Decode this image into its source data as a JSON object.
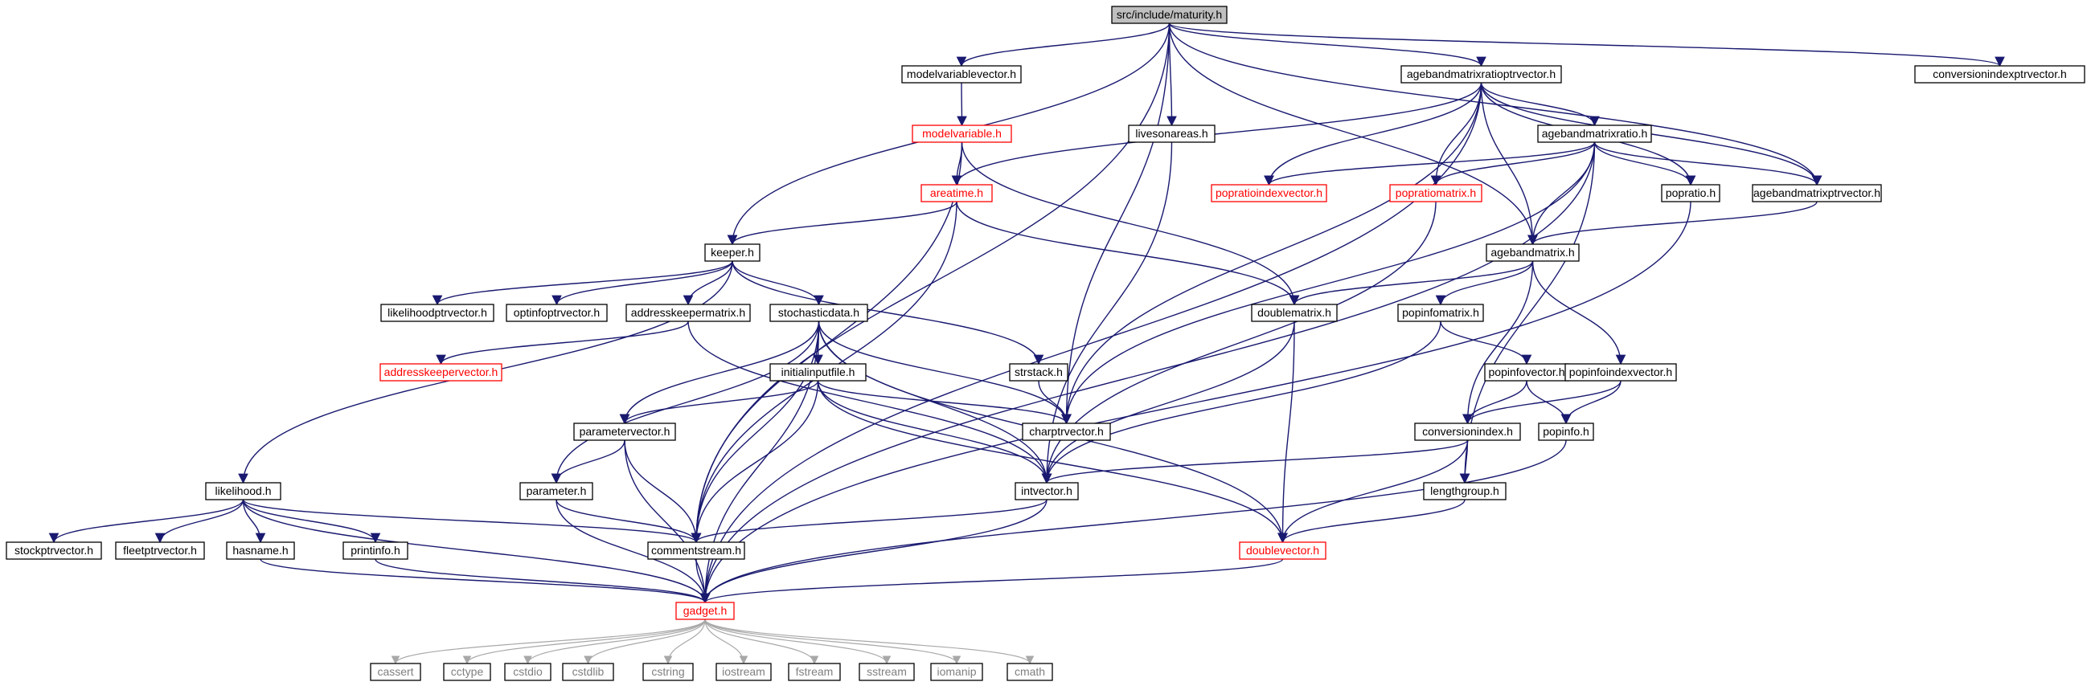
{
  "title": "src/include/maturity.h",
  "colors": {
    "edge": "#191970",
    "edge_to_system": "#a8a8a8",
    "root_fill": "#bfbfbf",
    "external_border": "#ff0000",
    "system_border": "#bfbfbf"
  },
  "nodes": [
    {
      "id": "maturity",
      "label": "src/include/maturity.h",
      "style": "root"
    },
    {
      "id": "modelvariablevector",
      "label": "modelvariablevector.h",
      "style": "normal"
    },
    {
      "id": "modelvariable",
      "label": "modelvariable.h",
      "style": "red"
    },
    {
      "id": "areatime",
      "label": "areatime.h",
      "style": "red"
    },
    {
      "id": "keeper",
      "label": "keeper.h",
      "style": "normal"
    },
    {
      "id": "livesonareas",
      "label": "livesonareas.h",
      "style": "normal"
    },
    {
      "id": "agebandmatrixratioptrvector",
      "label": "agebandmatrixratioptrvector.h",
      "style": "normal"
    },
    {
      "id": "conversionindexptrvector",
      "label": "conversionindexptrvector.h",
      "style": "normal"
    },
    {
      "id": "agebandmatrixratio",
      "label": "agebandmatrixratio.h",
      "style": "normal"
    },
    {
      "id": "popratioindexvector",
      "label": "popratioindexvector.h",
      "style": "red"
    },
    {
      "id": "popratiomatrix",
      "label": "popratiomatrix.h",
      "style": "red"
    },
    {
      "id": "popratio",
      "label": "popratio.h",
      "style": "normal"
    },
    {
      "id": "agebandmatrixptrvector",
      "label": "agebandmatrixptrvector.h",
      "style": "normal"
    },
    {
      "id": "agebandmatrix",
      "label": "agebandmatrix.h",
      "style": "normal"
    },
    {
      "id": "likelihoodptrvector",
      "label": "likelihoodptrvector.h",
      "style": "normal"
    },
    {
      "id": "optinfoptrvector",
      "label": "optinfoptrvector.h",
      "style": "normal"
    },
    {
      "id": "addresskeepermatrix",
      "label": "addresskeepermatrix.h",
      "style": "normal"
    },
    {
      "id": "stochasticdata",
      "label": "stochasticdata.h",
      "style": "normal"
    },
    {
      "id": "doublematrix",
      "label": "doublematrix.h",
      "style": "normal"
    },
    {
      "id": "popinfomatrix",
      "label": "popinfomatrix.h",
      "style": "normal"
    },
    {
      "id": "addresskeepervector",
      "label": "addresskeepervector.h",
      "style": "red"
    },
    {
      "id": "strstack",
      "label": "strstack.h",
      "style": "normal"
    },
    {
      "id": "initialinputfile",
      "label": "initialinputfile.h",
      "style": "normal"
    },
    {
      "id": "popinfovector",
      "label": "popinfovector.h",
      "style": "normal"
    },
    {
      "id": "popinfoindexvector",
      "label": "popinfoindexvector.h",
      "style": "normal"
    },
    {
      "id": "charptrvector",
      "label": "charptrvector.h",
      "style": "normal"
    },
    {
      "id": "parametervector",
      "label": "parametervector.h",
      "style": "normal"
    },
    {
      "id": "conversionindex",
      "label": "conversionindex.h",
      "style": "normal"
    },
    {
      "id": "popinfo",
      "label": "popinfo.h",
      "style": "normal"
    },
    {
      "id": "likelihood",
      "label": "likelihood.h",
      "style": "normal"
    },
    {
      "id": "parameter",
      "label": "parameter.h",
      "style": "normal"
    },
    {
      "id": "intvector",
      "label": "intvector.h",
      "style": "normal"
    },
    {
      "id": "lengthgroup",
      "label": "lengthgroup.h",
      "style": "normal"
    },
    {
      "id": "stockptrvector",
      "label": "stockptrvector.h",
      "style": "normal"
    },
    {
      "id": "fleetptrvector",
      "label": "fleetptrvector.h",
      "style": "normal"
    },
    {
      "id": "hasname",
      "label": "hasname.h",
      "style": "normal"
    },
    {
      "id": "printinfo",
      "label": "printinfo.h",
      "style": "normal"
    },
    {
      "id": "commentstream",
      "label": "commentstream.h",
      "style": "normal"
    },
    {
      "id": "doublevector",
      "label": "doublevector.h",
      "style": "red"
    },
    {
      "id": "gadget",
      "label": "gadget.h",
      "style": "red"
    },
    {
      "id": "cassert",
      "label": "cassert",
      "style": "system"
    },
    {
      "id": "cctype",
      "label": "cctype",
      "style": "system"
    },
    {
      "id": "cstdio",
      "label": "cstdio",
      "style": "system"
    },
    {
      "id": "cstdlib",
      "label": "cstdlib",
      "style": "system"
    },
    {
      "id": "cstring",
      "label": "cstring",
      "style": "system"
    },
    {
      "id": "iostream",
      "label": "iostream",
      "style": "system"
    },
    {
      "id": "fstream",
      "label": "fstream",
      "style": "system"
    },
    {
      "id": "sstream",
      "label": "sstream",
      "style": "system"
    },
    {
      "id": "iomanip",
      "label": "iomanip",
      "style": "system"
    },
    {
      "id": "cmath",
      "label": "cmath",
      "style": "system"
    }
  ],
  "edges": [
    [
      "maturity",
      "modelvariablevector"
    ],
    [
      "maturity",
      "keeper"
    ],
    [
      "maturity",
      "livesonareas"
    ],
    [
      "maturity",
      "agebandmatrixratioptrvector"
    ],
    [
      "maturity",
      "conversionindexptrvector"
    ],
    [
      "maturity",
      "agebandmatrixptrvector"
    ],
    [
      "maturity",
      "agebandmatrix"
    ],
    [
      "maturity",
      "charptrvector"
    ],
    [
      "maturity",
      "commentstream"
    ],
    [
      "modelvariablevector",
      "modelvariable"
    ],
    [
      "modelvariable",
      "areatime"
    ],
    [
      "modelvariable",
      "doublematrix"
    ],
    [
      "modelvariable",
      "commentstream"
    ],
    [
      "areatime",
      "keeper"
    ],
    [
      "areatime",
      "doublematrix"
    ],
    [
      "areatime",
      "commentstream"
    ],
    [
      "livesonareas",
      "intvector"
    ],
    [
      "agebandmatrixratioptrvector",
      "areatime"
    ],
    [
      "agebandmatrixratioptrvector",
      "agebandmatrixratio"
    ],
    [
      "agebandmatrixratioptrvector",
      "popratioindexvector"
    ],
    [
      "agebandmatrixratioptrvector",
      "popratiomatrix"
    ],
    [
      "agebandmatrixratioptrvector",
      "popratio"
    ],
    [
      "agebandmatrixratioptrvector",
      "agebandmatrixptrvector"
    ],
    [
      "agebandmatrixratioptrvector",
      "agebandmatrix"
    ],
    [
      "agebandmatrixratioptrvector",
      "charptrvector"
    ],
    [
      "agebandmatrixratioptrvector",
      "gadget"
    ],
    [
      "agebandmatrixratio",
      "popratioindexvector"
    ],
    [
      "agebandmatrixratio",
      "popratiomatrix"
    ],
    [
      "agebandmatrixratio",
      "popratio"
    ],
    [
      "agebandmatrixratio",
      "agebandmatrixptrvector"
    ],
    [
      "agebandmatrixratio",
      "agebandmatrix"
    ],
    [
      "agebandmatrixratio",
      "charptrvector"
    ],
    [
      "agebandmatrixratio",
      "lengthgroup"
    ],
    [
      "agebandmatrixratio",
      "gadget"
    ],
    [
      "popratiomatrix",
      "intvector"
    ],
    [
      "popratio",
      "gadget"
    ],
    [
      "agebandmatrixptrvector",
      "agebandmatrix"
    ],
    [
      "agebandmatrix",
      "doublematrix"
    ],
    [
      "agebandmatrix",
      "popinfomatrix"
    ],
    [
      "agebandmatrix",
      "popinfoindexvector"
    ],
    [
      "agebandmatrix",
      "conversionindex"
    ],
    [
      "keeper",
      "likelihoodptrvector"
    ],
    [
      "keeper",
      "optinfoptrvector"
    ],
    [
      "keeper",
      "addresskeepermatrix"
    ],
    [
      "keeper",
      "stochasticdata"
    ],
    [
      "keeper",
      "strstack"
    ],
    [
      "keeper",
      "likelihood"
    ],
    [
      "addresskeepermatrix",
      "addresskeepervector"
    ],
    [
      "addresskeepermatrix",
      "intvector"
    ],
    [
      "stochasticdata",
      "initialinputfile"
    ],
    [
      "stochasticdata",
      "charptrvector"
    ],
    [
      "stochasticdata",
      "parametervector"
    ],
    [
      "stochasticdata",
      "parameter"
    ],
    [
      "stochasticdata",
      "intvector"
    ],
    [
      "stochasticdata",
      "commentstream"
    ],
    [
      "stochasticdata",
      "doublevector"
    ],
    [
      "stochasticdata",
      "gadget"
    ],
    [
      "doublematrix",
      "intvector"
    ],
    [
      "doublematrix",
      "doublevector"
    ],
    [
      "popinfomatrix",
      "popinfovector"
    ],
    [
      "popinfomatrix",
      "intvector"
    ],
    [
      "strstack",
      "charptrvector"
    ],
    [
      "initialinputfile",
      "charptrvector"
    ],
    [
      "initialinputfile",
      "parametervector"
    ],
    [
      "initialinputfile",
      "intvector"
    ],
    [
      "initialinputfile",
      "commentstream"
    ],
    [
      "initialinputfile",
      "doublevector"
    ],
    [
      "popinfovector",
      "conversionindex"
    ],
    [
      "popinfovector",
      "popinfo"
    ],
    [
      "popinfoindexvector",
      "conversionindex"
    ],
    [
      "popinfoindexvector",
      "popinfo"
    ],
    [
      "parametervector",
      "parameter"
    ],
    [
      "parametervector",
      "commentstream"
    ],
    [
      "parametervector",
      "gadget"
    ],
    [
      "conversionindex",
      "lengthgroup"
    ],
    [
      "conversionindex",
      "intvector"
    ],
    [
      "conversionindex",
      "doublevector"
    ],
    [
      "popinfo",
      "gadget"
    ],
    [
      "likelihood",
      "stockptrvector"
    ],
    [
      "likelihood",
      "fleetptrvector"
    ],
    [
      "likelihood",
      "hasname"
    ],
    [
      "likelihood",
      "printinfo"
    ],
    [
      "likelihood",
      "commentstream"
    ],
    [
      "likelihood",
      "gadget"
    ],
    [
      "parameter",
      "commentstream"
    ],
    [
      "parameter",
      "gadget"
    ],
    [
      "intvector",
      "commentstream"
    ],
    [
      "intvector",
      "gadget"
    ],
    [
      "lengthgroup",
      "doublevector"
    ],
    [
      "hasname",
      "gadget"
    ],
    [
      "printinfo",
      "gadget"
    ],
    [
      "commentstream",
      "gadget"
    ],
    [
      "doublevector",
      "gadget"
    ],
    [
      "gadget",
      "cassert"
    ],
    [
      "gadget",
      "cctype"
    ],
    [
      "gadget",
      "cstdio"
    ],
    [
      "gadget",
      "cstdlib"
    ],
    [
      "gadget",
      "cstring"
    ],
    [
      "gadget",
      "iostream"
    ],
    [
      "gadget",
      "fstream"
    ],
    [
      "gadget",
      "sstream"
    ],
    [
      "gadget",
      "iomanip"
    ],
    [
      "gadget",
      "cmath"
    ]
  ]
}
